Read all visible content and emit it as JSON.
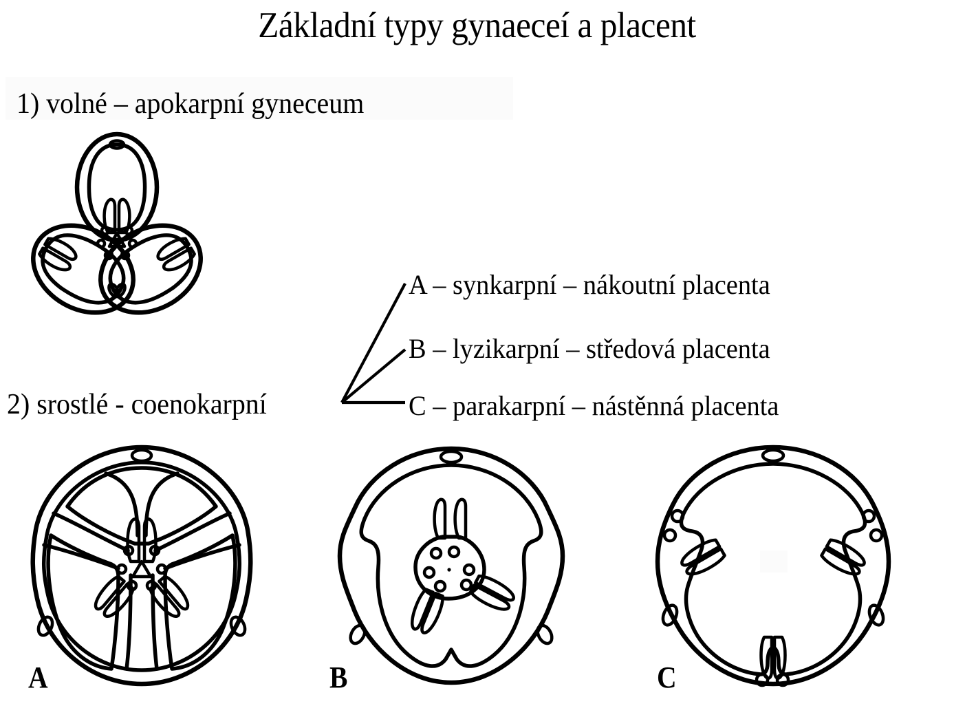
{
  "title": "Základní typy gynaeceí a placent",
  "headings": {
    "item1": "1) volné – apokarpní gyneceum",
    "item2": "2) srostlé - coenokarpní"
  },
  "legend": {
    "a": "A – synkarpní – nákoutní placenta",
    "b": "B – lyzikarpní – středová placenta",
    "c": "C – parakarpní – nástěnná placenta"
  },
  "figure_labels": {
    "a": "A",
    "b": "B",
    "c": "C"
  },
  "colors": {
    "ink": "#000000",
    "background": "#ffffff"
  },
  "diagram_data": {
    "type": "diagram",
    "subject": "Cross-sections of gynoecium types and placentation",
    "figures": [
      {
        "id": "apocarpous",
        "caption_ref": "1) volné – apokarpní gyneceum",
        "carpels": 3,
        "arrangement": "three free carpels in trimerous whorl",
        "locules_per_carpel": 1,
        "ovules_per_carpel": 2,
        "dorsal_bundles": 3,
        "central_bundle_dots": 6
      },
      {
        "id": "A",
        "label": "A",
        "type_name": "synkarpní",
        "placentation": "nákoutní placenta",
        "locules": 3,
        "septa": 3,
        "ovule_pairs": 3,
        "wall_bundles": 3,
        "central_bundle_dots": 6,
        "central_marker": "triangle"
      },
      {
        "id": "B",
        "label": "B",
        "type_name": "lyzikarpní",
        "placentation": "středová placenta",
        "locules": 1,
        "septa": 0,
        "ovule_pairs": 3,
        "wall_bundles": 3,
        "central_column_dots": 6,
        "central_marker": "free central column"
      },
      {
        "id": "C",
        "label": "C",
        "type_name": "parakarpní",
        "placentation": "nástěnná placenta",
        "locules": 1,
        "septa": 0,
        "ovule_pairs": 3,
        "wall_bundles": 3,
        "placenta_positions": [
          "left wall",
          "right wall",
          "bottom wall"
        ],
        "bundle_dots_per_placenta": 2
      }
    ],
    "connectors": {
      "origin": "right end of '2) srostlé - coenokarpní'",
      "targets": [
        "A",
        "B",
        "C"
      ]
    }
  }
}
